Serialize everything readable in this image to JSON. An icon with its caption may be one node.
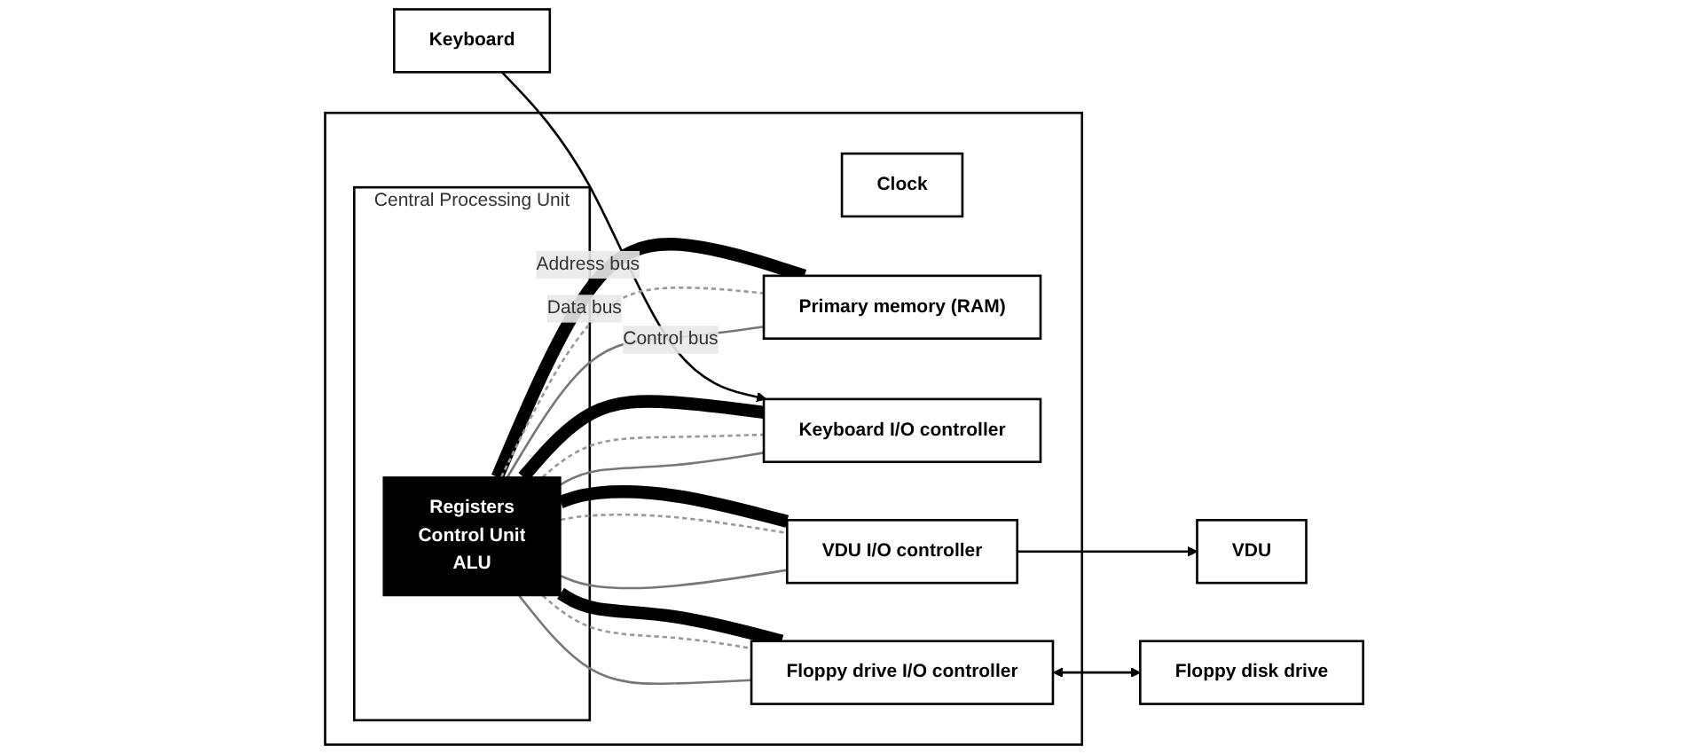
{
  "diagram": {
    "nodes": [
      {
        "text": [],
        "shape": "box"
      },
      {
        "text": [
          "Clock"
        ],
        "in": 0
      },
      {
        "text": [
          "Central Processing Unit"
        ],
        "in": 0
      },
      {
        "text": [
          "Registers",
          "Control Unit",
          "ALU"
        ],
        "in": 2
      },
      {
        "text": [
          "Primary memory (RAM)"
        ],
        "in": 0
      },
      {
        "text": [
          "Keyboard I/O controller"
        ],
        "in": 0
      },
      {
        "text": [
          "VDU I/O controller"
        ],
        "in": 0
      },
      {
        "text": [
          "Floppy drive I/O controller"
        ],
        "in": 0
      },
      {
        "text": [
          "Keyboard"
        ]
      },
      {
        "text": [
          "VDU"
        ]
      },
      {
        "text": [
          "Floppy disk drive"
        ]
      }
    ],
    "edges": [
      {
        "from": 8,
        "to": 5,
        "arrow": "to"
      },
      {
        "from": 6,
        "to": 9,
        "arrow": "to"
      },
      {
        "from": 7,
        "to": 10,
        "arrow": "both"
      },
      {
        "from": 3,
        "to": 4,
        "arrow": "none",
        "label": "Address bus",
        "style": "thick"
      },
      {
        "from": 3,
        "to": 5,
        "arrow": "none",
        "style": "thick"
      },
      {
        "from": 3,
        "to": 6,
        "arrow": "none",
        "style": "thick"
      },
      {
        "from": 3,
        "to": 7,
        "arrow": "none",
        "style": "thick"
      },
      {
        "from": 3,
        "to": 4,
        "arrow": "none",
        "label": "Data bus",
        "style": "dashed",
        "color": "#999999"
      },
      {
        "from": 3,
        "to": 5,
        "arrow": "none",
        "style": "dashed",
        "color": "#999999"
      },
      {
        "from": 3,
        "to": 6,
        "arrow": "none",
        "style": "dashed",
        "color": "#999999"
      },
      {
        "from": 3,
        "to": 7,
        "arrow": "none",
        "style": "dashed",
        "color": "#999999"
      },
      {
        "from": 3,
        "to": 4,
        "arrow": "none",
        "label": "Control bus",
        "color": "#777777"
      },
      {
        "from": 3,
        "to": 5,
        "arrow": "none",
        "color": "#777777"
      },
      {
        "from": 3,
        "to": 6,
        "arrow": "none",
        "color": "#777777"
      },
      {
        "from": 3,
        "to": 7,
        "arrow": "none",
        "color": "#777777"
      }
    ]
  }
}
